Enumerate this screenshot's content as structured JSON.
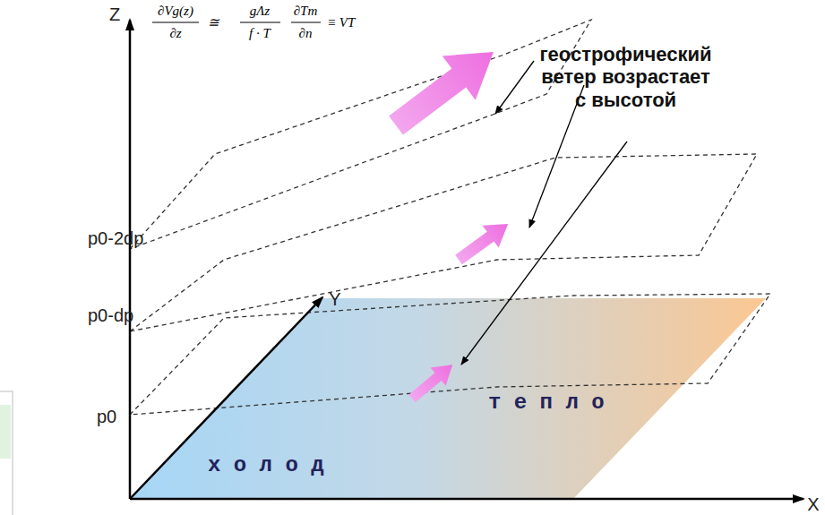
{
  "diagram": {
    "labels": [
      "∂Vg(z)",
      "∂z",
      "≅",
      "gΛz",
      "f · T",
      "∂Tm",
      "∂n",
      "≡ VT",
      "Z",
      "геострофический ветер возрастает с высотой",
      "p0-2dp",
      "p0-dp",
      "Y",
      "т е п л о",
      "p0",
      "х о л о д",
      "X"
    ]
  }
}
